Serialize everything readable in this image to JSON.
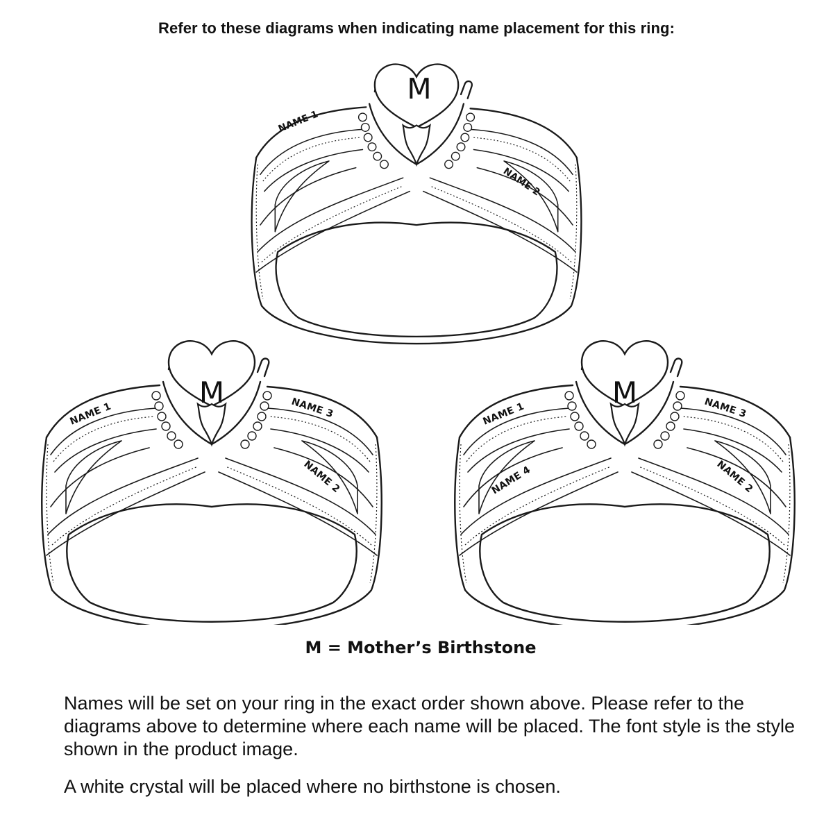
{
  "header": {
    "title": "Refer to these diagrams when indicating name placement for this ring:"
  },
  "rings": [
    {
      "gem_letter": "M",
      "name_labels": [
        "NAME 1",
        "NAME 2"
      ]
    },
    {
      "gem_letter": "M",
      "name_labels": [
        "NAME 1",
        "NAME 3",
        "NAME 2"
      ]
    },
    {
      "gem_letter": "M",
      "name_labels": [
        "NAME 1",
        "NAME 3",
        "NAME 4",
        "NAME 2"
      ]
    }
  ],
  "legend": {
    "text": "M = Mother’s Birthstone"
  },
  "instructions": {
    "paragraph_1": "Names will be set on your ring in the exact order shown above. Please refer to the diagrams above to determine where each name will be placed. The font style is the style shown in the product image.",
    "paragraph_2": "A white crystal will be placed where no birthstone is chosen."
  }
}
